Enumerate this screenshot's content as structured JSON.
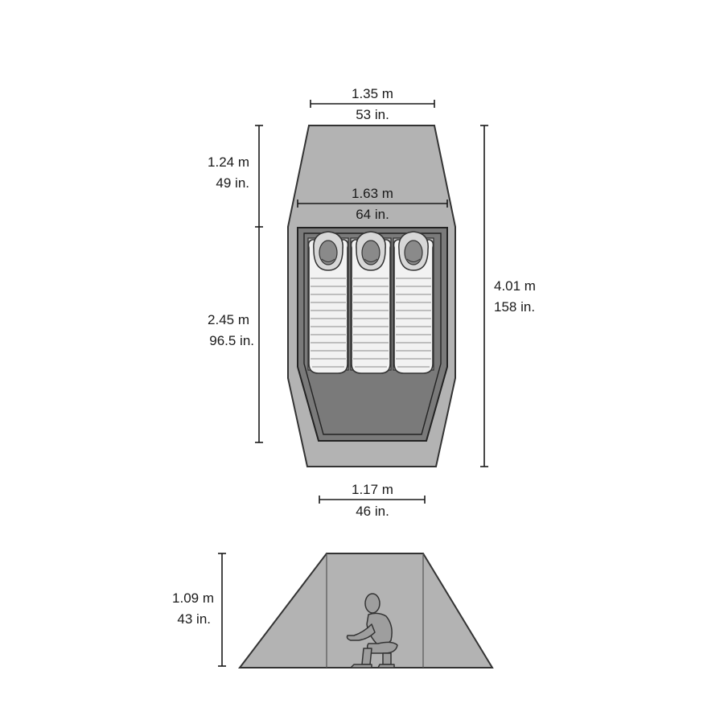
{
  "dimensions": {
    "top_width": {
      "metric": "1.35 m",
      "imperial": "53 in."
    },
    "middle_width": {
      "metric": "1.63 m",
      "imperial": "64 in."
    },
    "bottom_width": {
      "metric": "1.17 m",
      "imperial": "46 in."
    },
    "vestibule_depth": {
      "metric": "1.24 m",
      "imperial": "49 in."
    },
    "body_length": {
      "metric": "2.45 m",
      "imperial": "96.5 in."
    },
    "total_length": {
      "metric": "4.01 m",
      "imperial": "158 in."
    },
    "peak_height": {
      "metric": "1.09 m",
      "imperial": "43 in."
    }
  },
  "colors": {
    "fly": "#b3b3b3",
    "body_floor": "#7a7a7a",
    "body_frame": "#c4c4c4",
    "outline": "#333333",
    "bag": "#f2f2f2",
    "figure": "#9e9e9e"
  },
  "icons": [
    "sleeping-bag-icon",
    "seated-person-icon"
  ]
}
